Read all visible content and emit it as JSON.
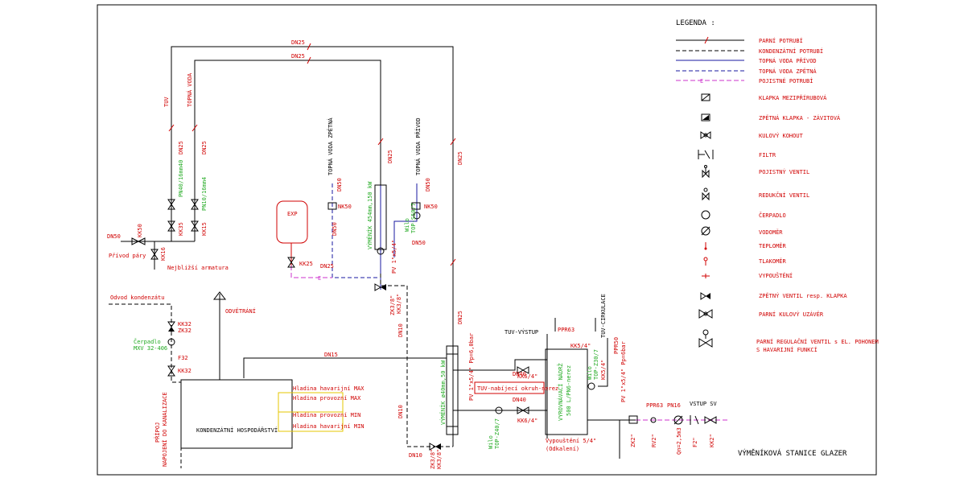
{
  "title": "VÝMĚNÍKOVÁ STANICE GLAZER",
  "legend": {
    "heading": "LEGENDA :",
    "lines": [
      {
        "label": "PARNÍ POTRUBÍ",
        "style": "solid-black"
      },
      {
        "label": "KONDENZÁTNÍ POTRUBÍ",
        "style": "dashed-black"
      },
      {
        "label": "TOPNÁ VODA PŘÍVOD",
        "style": "solid-blue"
      },
      {
        "label": "TOPNÁ VODA ZPĚTNÁ",
        "style": "dashed-blue"
      },
      {
        "label": "POJISTNÉ POTRUBÍ",
        "style": "dashed-magenta",
        "mark": "E"
      }
    ],
    "symbols": [
      {
        "label": "KLAPKA MEZIPŘÍRUBOVÁ",
        "icon": "butterfly-valve-icon"
      },
      {
        "label": "ZPĚTNÁ KLAPKA - ZÁVITOVÁ",
        "icon": "check-flap-icon"
      },
      {
        "label": "KULOVÝ KOHOUT",
        "icon": "ball-valve-icon"
      },
      {
        "label": "FILTR",
        "icon": "filter-icon"
      },
      {
        "label": "POJISTNÝ VENTIL",
        "icon": "safety-valve-icon"
      },
      {
        "label": "REDUKČNÍ VENTIL",
        "icon": "reducing-valve-icon"
      },
      {
        "label": "ČERPADLO",
        "icon": "pump-icon"
      },
      {
        "label": "VODOMĚR",
        "icon": "water-meter-icon"
      },
      {
        "label": "TEPLOMĚR",
        "icon": "thermometer-icon"
      },
      {
        "label": "TLAKOMĚR",
        "icon": "manometer-icon"
      },
      {
        "label": "VYPOUŠTĚNÍ",
        "icon": "drain-icon"
      },
      {
        "label": "ZPĚTNÝ VENTIL resp. KLAPKA",
        "icon": "check-valve-icon"
      },
      {
        "label": "PARNÍ KULOVÝ UZÁVĚR",
        "icon": "steam-ball-valve-icon"
      },
      {
        "label": "PARNÍ REGULAČNÍ VENTIL s EL. POHONEM",
        "label2": "S HAVARIJNÍ FUNKCÍ",
        "icon": "control-valve-icon"
      }
    ]
  },
  "colors": {
    "red": "#d00000",
    "green": "#22aa22",
    "blue": "#1a1aa0",
    "magenta": "#cc33cc",
    "yellow": "#e6c700"
  },
  "diagram": {
    "dn25_a": "DN25",
    "dn25_b": "DN25",
    "dn25_c": "DN25",
    "dn25_d": "DN25",
    "dn25_e": "DN25",
    "dn25_f": "DN25",
    "dn25_g": "DN25",
    "dn25_h": "DN25",
    "tuv": "TUV",
    "topna_voda": "TOPNÁ VODA",
    "green_left_1": "PN40/16mm40",
    "green_left_2": "PN10/16mm4",
    "kk_a": "KK35",
    "kk_b": "KK15",
    "kk_c": "KK16",
    "dn50_left": "DN50",
    "privod_pary": "Přívod páry",
    "kk_d": "KK50",
    "nejbezsi": "Nejbližší armatura",
    "exp": "EXP",
    "kk25": "KK25",
    "dn25_exp": "DN25",
    "e_mark": "E",
    "tv_zpetna": "TOPNÁ VODA ZPĚTNÁ",
    "dn50_a": "DN50",
    "nk50_a": "NK50",
    "vymenik_1": "VÝMĚNÍK 454mm,150 kW",
    "tv_privod": "TOPNÁ VODA PŘÍVOD",
    "dn50_b": "DN50",
    "nk50_b": "NK50",
    "wilo_a": "Wilo",
    "wilo_a2": "TOP-S50/7",
    "dn50_c": "DN50",
    "pv_a": "PV 1\"x5/4\"",
    "odvod_kond": "Odvod kondenzátu",
    "kk32": "KK32",
    "zk32": "ZK32",
    "cerpadlo_1": "Čerpadlo",
    "cerpadlo_2": "MXV 32-406",
    "f32": "F32",
    "kk32b": "KK32",
    "odvetrani": "ODVĚTRÁNÍ",
    "dn15": "DN15",
    "dn10_a": "DN10",
    "dn10_b": "DN10",
    "dn10_c": "DN10",
    "zk_a": "ZK3/8\"",
    "kk_e": "KK3/8\"",
    "zk_b": "ZK3/8\"",
    "kk_f": "KK3/8\"",
    "kondenzatni": "KONDENZÁTNÍ HOSPODÁŘSTVÍ",
    "hl_1": "Hladina havarijní MAX",
    "hl_2": "Hladina provozní MAX",
    "hl_3": "Hladina provozní MIN",
    "hl_4": "Hladina havarijní MIN",
    "pripoj_1": "PŘÍPOJ",
    "pripoj_2": "NAPOJENÍ DO KANALIZACE",
    "vymenik_2": "VÝMĚNÍK ø40mm,50 kW",
    "tuv_vystup": "TUV-VÝSTUP",
    "ppr63_a": "PPR63",
    "tuv_cirk": "TUV-CIRKULACE",
    "ppr50": "PPR50",
    "dn40_a": "DN40",
    "dn40_b": "DN40",
    "kk54_a": "KK5/4\"",
    "kk64_a": "KK6/4\"",
    "kk64_b": "KK6/4\"",
    "pv_b": "PV 1\"x5/4\" Pp=6,0bar",
    "tuv_nabijeci": "TUV-nabíjecí okruh-nerez",
    "vyr_1": "VYROVNÁVACÍ NÁDRŽ",
    "vyr_2": "500 L/PN6-nerez",
    "wilo_b": "Wilo",
    "wilo_b2": "TOP-Z40/7",
    "wilo_c": "Wilo",
    "wilo_c2": "TOP-Z30/7",
    "vypousteni_1": "Vypouštění 5/4\"",
    "vypousteni_2": "(Odkalení)",
    "kk54_b": "KK5/4\"",
    "pv_c": "PV 1\"x5/4\" Pp=6bar",
    "ppr63_b": "PPR63",
    "pn16": "PN16",
    "vstup_sv": "VSTUP SV",
    "zk2": "ZK2\"",
    "rv2": "RV2\"",
    "qn": "Qn=2,5m3",
    "f2": "F2\"",
    "kk2": "KK2\""
  }
}
